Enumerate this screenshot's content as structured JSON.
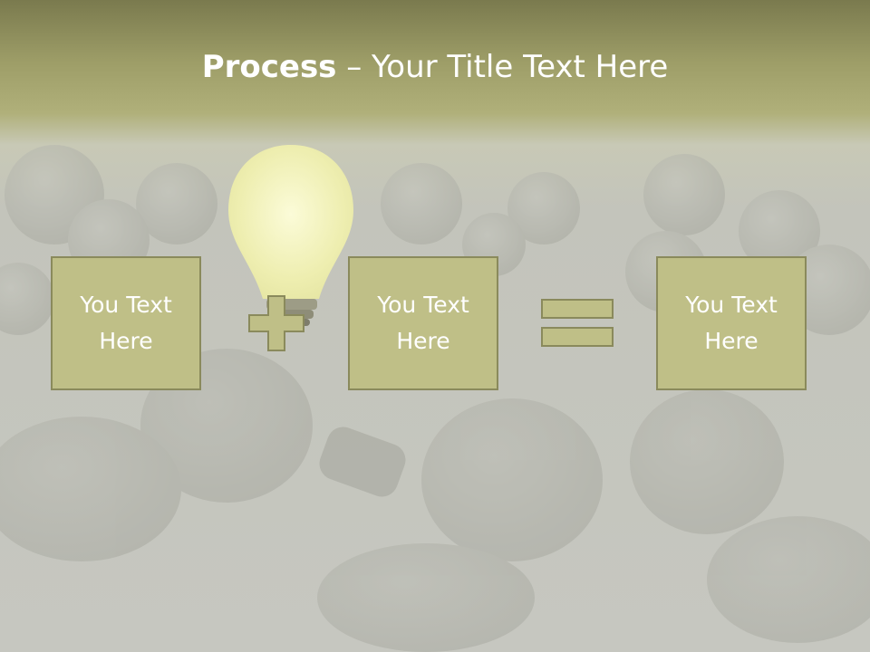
{
  "slide": {
    "title_bold": "Process",
    "title_rest": " – Your Title Text Here",
    "boxes": [
      {
        "text": "You Text\nHere"
      },
      {
        "text": "You Text\nHere"
      },
      {
        "text": "You Text\nHere"
      }
    ],
    "operators": [
      "plus-icon",
      "equals-icon"
    ]
  },
  "colors": {
    "box_fill": "#bfbf87",
    "box_border": "#8a8a5c",
    "header_band": "#9e9e68",
    "text": "#ffffff"
  }
}
